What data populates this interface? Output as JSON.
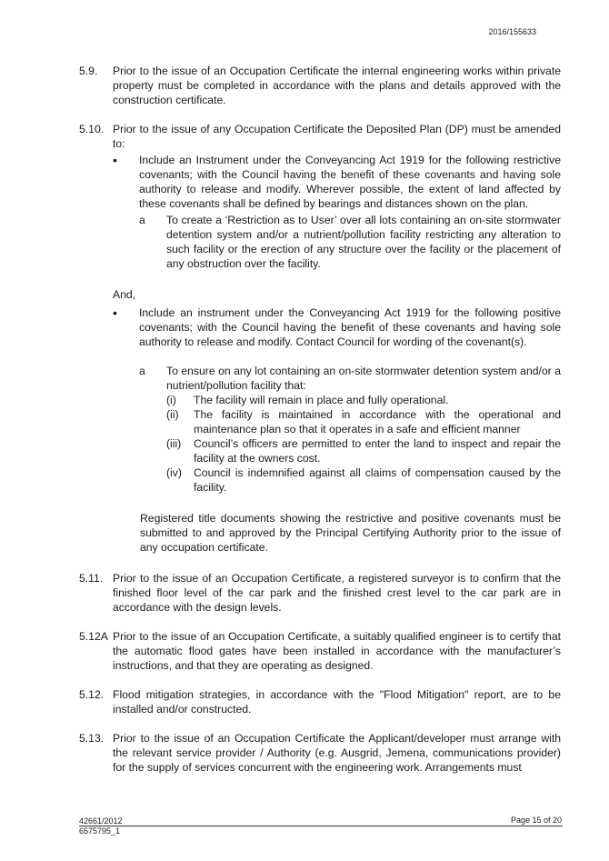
{
  "header": {
    "ref": "2016/155633"
  },
  "clauses": {
    "c59": {
      "num": "5.9.",
      "text": "Prior to the issue of an Occupation Certificate the internal engineering works within private property must be completed in accordance with the plans and details approved with the construction certificate."
    },
    "c510": {
      "num": "5.10.",
      "intro": "Prior to the issue of any Occupation Certificate the Deposited Plan (DP) must be amended to:",
      "bullet1": {
        "mark": "•",
        "text": "Include an Instrument under the Conveyancing Act 1919 for the following restrictive covenants; with the Council having the benefit of these covenants and having sole authority to release and modify.  Wherever possible, the extent of land affected by these covenants shall be defined by bearings and distances shown on the plan.",
        "sub_a": {
          "mark": "a",
          "text": "To create a ‘Restriction as to User’ over all lots containing an on-site stormwater detention system and/or a nutrient/pollution facility restricting any alteration to such facility or the erection of any structure over the facility or the placement of any obstruction over the facility."
        }
      },
      "and": "And,",
      "bullet2": {
        "mark": "•",
        "text": "Include an instrument under the Conveyancing Act 1919 for the following positive covenants; with the Council having the benefit of these covenants and having sole authority to release and modify.  Contact Council for wording of the covenant(s).",
        "sub_a": {
          "mark": "a",
          "text": "To ensure on any lot containing an on-site stormwater detention system and/or a nutrient/pollution facility that:",
          "items": [
            {
              "mark": "(i)",
              "text": "The facility will remain in place and fully operational."
            },
            {
              "mark": "(ii)",
              "text": "The facility is maintained in accordance with the operational and maintenance plan so that it operates in a safe and efficient manner"
            },
            {
              "mark": "(iii)",
              "text": "Council’s officers are permitted to enter the land to inspect and repair the facility at the owners cost."
            },
            {
              "mark": "(iv)",
              "text": "Council is indemnified against all claims of compensation caused by the facility."
            }
          ]
        }
      },
      "registered": "Registered title documents showing the restrictive and positive covenants must be submitted to and approved by the Principal Certifying Authority prior to the issue of any occupation certificate."
    },
    "c511": {
      "num": "5.11.",
      "text": "Prior to the issue of an Occupation Certificate, a registered surveyor is to confirm that the finished floor level of the car park and the finished crest level to the car park are in accordance with the design levels."
    },
    "c512a": {
      "num": "5.12A",
      "text": "Prior to the issue of an Occupation Certificate, a suitably qualified engineer is to certify that the automatic flood gates have been installed in accordance with the manufacturer’s instructions, and that they are operating as designed."
    },
    "c512": {
      "num": "5.12.",
      "text": "Flood mitigation strategies, in accordance with the \"Flood Mitigation\" report, are to be installed and/or constructed."
    },
    "c513": {
      "num": "5.13.",
      "text": "Prior to the issue of an Occupation Certificate the Applicant/developer must arrange with the relevant service provider / Authority (e.g. Ausgrid, Jemena, communications provider) for the supply of services concurrent with the engineering work. Arrangements must"
    }
  },
  "footer": {
    "ref1": "42661/2012",
    "ref2": "6575795_1",
    "page": "Page 15 of 20"
  }
}
